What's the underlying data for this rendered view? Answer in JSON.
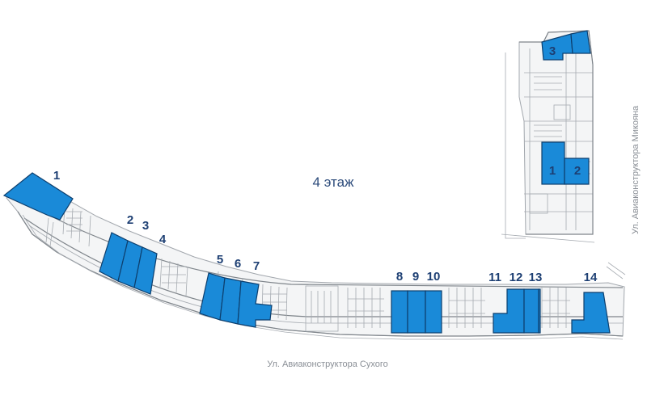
{
  "floor_label": "4 этаж",
  "streets": {
    "main": "Ул. Авиаконструктора Сухого",
    "side": "Ул. Авиаконструктора Микояна"
  },
  "colors": {
    "unit_fill": "#1a8ad8",
    "unit_stroke": "#0d3f6e",
    "label": "#1d3f73",
    "plan_lines": "#a6abb1"
  },
  "main_units": [
    "1",
    "2",
    "3",
    "4",
    "5",
    "6",
    "7",
    "8",
    "9",
    "10",
    "11",
    "12",
    "13",
    "14"
  ],
  "inset_units": [
    "1",
    "2",
    "3"
  ]
}
